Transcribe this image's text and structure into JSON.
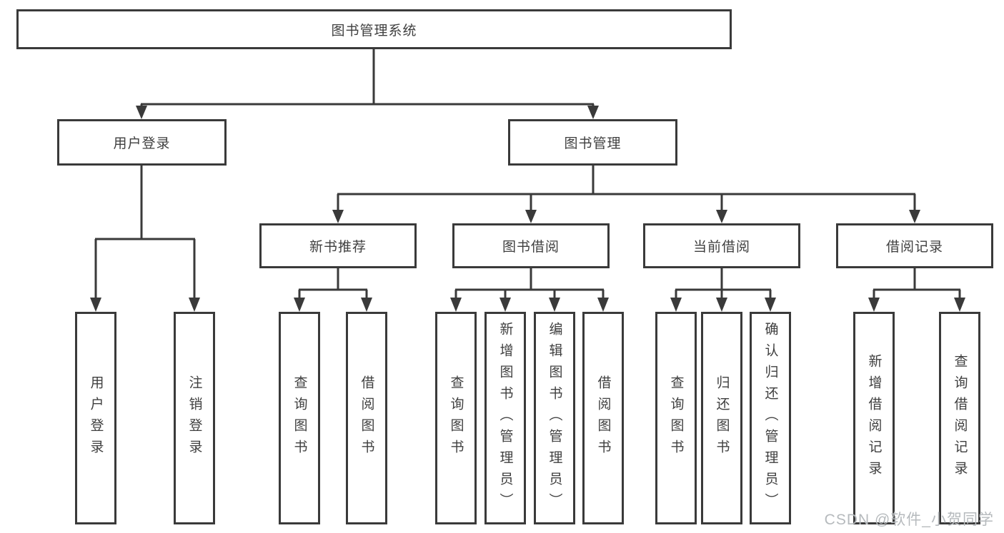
{
  "tree": {
    "label": "图书管理系统",
    "children": [
      {
        "label": "用户登录",
        "children": [
          {
            "label": "用户登录"
          },
          {
            "label": "注销登录"
          }
        ]
      },
      {
        "label": "图书管理",
        "children": [
          {
            "label": "新书推荐",
            "children": [
              {
                "label": "查询图书"
              },
              {
                "label": "借阅图书"
              }
            ]
          },
          {
            "label": "图书借阅",
            "children": [
              {
                "label": "查询图书"
              },
              {
                "label": "新增图书（管理员）"
              },
              {
                "label": "编辑图书（管理员）"
              },
              {
                "label": "借阅图书"
              }
            ]
          },
          {
            "label": "当前借阅",
            "children": [
              {
                "label": "查询图书"
              },
              {
                "label": "归还图书"
              },
              {
                "label": "确认归还（管理员）"
              }
            ]
          },
          {
            "label": "借阅记录",
            "children": [
              {
                "label": "新增借阅记录"
              },
              {
                "label": "查询借阅记录"
              }
            ]
          }
        ]
      }
    ]
  },
  "watermark": {
    "text": "CSDN @软件_小贺同学"
  },
  "colors": {
    "line": "#3a3a3a",
    "text": "#3f3f3f",
    "box_bg": "#ffffff",
    "page_bg": "#ffffff",
    "watermark": "#b6babd"
  }
}
